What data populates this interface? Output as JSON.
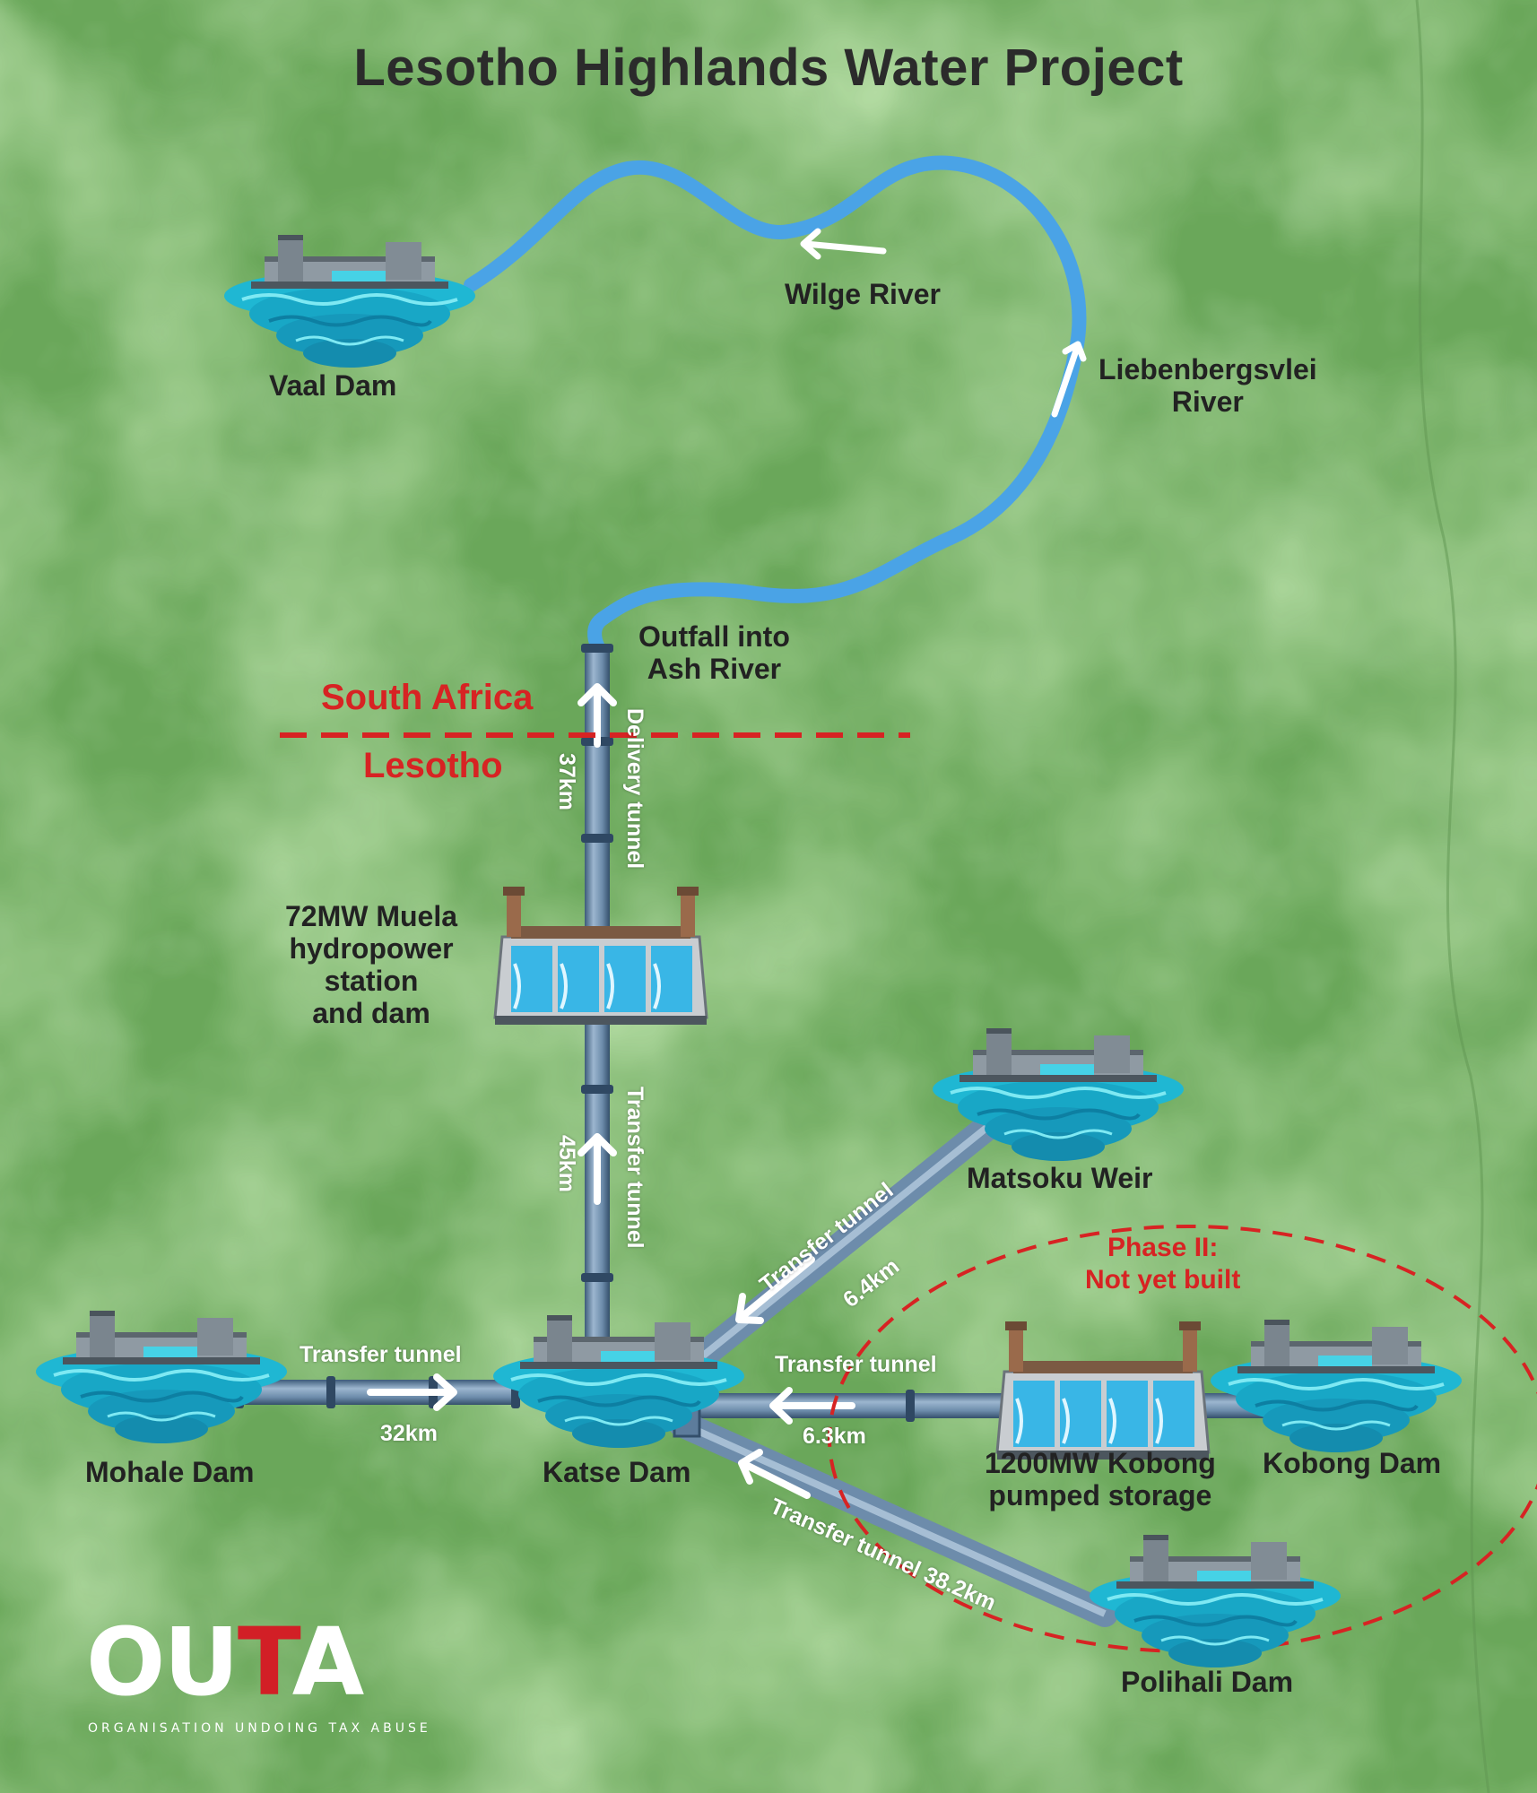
{
  "title": "Lesotho Highlands Water Project",
  "colors": {
    "background": "#77b266",
    "river": "#4aa3e6",
    "pipe": "#6f8fb0",
    "water": "#27b8d4",
    "border": "#d72323"
  },
  "nodes": {
    "vaal_dam": "Vaal Dam",
    "wilge_river": "Wilge River",
    "liebenbergsvlei": [
      "Liebenbergsvlei",
      "River"
    ],
    "outfall": [
      "Outfall into",
      "Ash River"
    ],
    "muela": [
      "72MW Muela",
      "hydropower",
      "station",
      "and dam"
    ],
    "matsoku": "Matsoku Weir",
    "mohale": "Mohale Dam",
    "katse": "Katse Dam",
    "kobong_storage": [
      "1200MW Kobong",
      "pumped storage"
    ],
    "kobong_dam": "Kobong Dam",
    "polihali": "Polihali Dam"
  },
  "border": {
    "north": "South Africa",
    "south": "Lesotho"
  },
  "phase2": [
    "Phase II:",
    "Not yet built"
  ],
  "tunnels": {
    "delivery": {
      "name": "Delivery tunnel",
      "length": "37km"
    },
    "transfer_muela": {
      "name": "Transfer tunnel",
      "length": "45km"
    },
    "matsoku": {
      "name": "Transfer tunnel",
      "length": "6.4km"
    },
    "mohale": {
      "name": "Transfer tunnel",
      "length": "32km"
    },
    "kobong": {
      "name": "Transfer tunnel",
      "length": "6.3km"
    },
    "polihali": {
      "name": "Transfer tunnel 38.2km"
    }
  },
  "logo": {
    "text_a": "OU",
    "text_b": "T",
    "text_c": "A",
    "subtitle": "ORGANISATION UNDOING TAX ABUSE"
  }
}
